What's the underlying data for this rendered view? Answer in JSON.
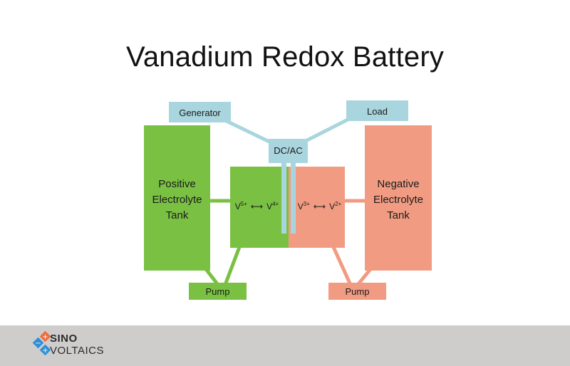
{
  "title": "Vanadium Redox Battery",
  "components": {
    "generator": "Generator",
    "load": "Load",
    "converter": "DC/AC",
    "positive_tank": [
      "Positive",
      "Electrolyte",
      "Tank"
    ],
    "negative_tank": [
      "Negative",
      "Electrolyte",
      "Tank"
    ],
    "pump_left": "Pump",
    "pump_right": "Pump"
  },
  "reactions": {
    "positive": {
      "from_base": "V",
      "from_sup": "5+",
      "arrow": "⟷",
      "to_base": "V",
      "to_sup": "4+"
    },
    "negative": {
      "from_base": "V",
      "from_sup": "3+",
      "arrow": "⟷",
      "to_base": "V",
      "to_sup": "2+"
    }
  },
  "colors": {
    "positive": "#7ac143",
    "negative": "#f19c82",
    "connector": "#a9d5de",
    "footer": "#cfcccc"
  },
  "logo": {
    "line1": "SINO",
    "line2": "VOLTAICS"
  }
}
